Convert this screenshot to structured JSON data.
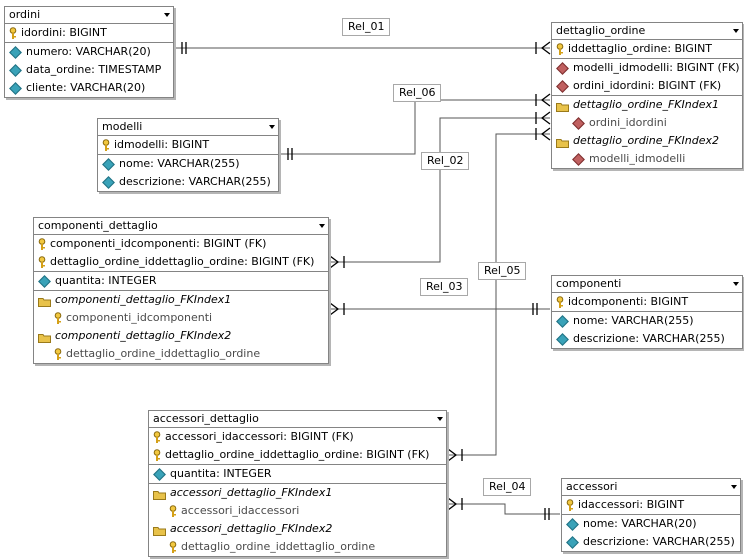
{
  "entities": {
    "ordini": {
      "title": "ordini",
      "columns": [
        "idordini: BIGINT",
        "numero: VARCHAR(20)",
        "data_ordine: TIMESTAMP",
        "cliente: VARCHAR(20)"
      ]
    },
    "dettaglio_ordine": {
      "title": "dettaglio_ordine",
      "columns": [
        "iddettaglio_ordine: BIGINT",
        "modelli_idmodelli: BIGINT (FK)",
        "ordini_idordini: BIGINT (FK)"
      ],
      "indexes": [
        {
          "name": "dettaglio_ordine_FKIndex1",
          "field": "ordini_idordini"
        },
        {
          "name": "dettaglio_ordine_FKIndex2",
          "field": "modelli_idmodelli"
        }
      ]
    },
    "modelli": {
      "title": "modelli",
      "columns": [
        "idmodelli: BIGINT",
        "nome: VARCHAR(255)",
        "descrizione: VARCHAR(255)"
      ]
    },
    "componenti_dettaglio": {
      "title": "componenti_dettaglio",
      "columns": [
        "componenti_idcomponenti: BIGINT (FK)",
        "dettaglio_ordine_iddettaglio_ordine: BIGINT (FK)",
        "quantita: INTEGER"
      ],
      "indexes": [
        {
          "name": "componenti_dettaglio_FKIndex1",
          "field": "componenti_idcomponenti"
        },
        {
          "name": "componenti_dettaglio_FKIndex2",
          "field": "dettaglio_ordine_iddettaglio_ordine"
        }
      ]
    },
    "componenti": {
      "title": "componenti",
      "columns": [
        "idcomponenti: BIGINT",
        "nome: VARCHAR(255)",
        "descrizione: VARCHAR(255)"
      ]
    },
    "accessori_dettaglio": {
      "title": "accessori_dettaglio",
      "columns": [
        "accessori_idaccessori: BIGINT (FK)",
        "dettaglio_ordine_iddettaglio_ordine: BIGINT (FK)",
        "quantita: INTEGER"
      ],
      "indexes": [
        {
          "name": "accessori_dettaglio_FKIndex1",
          "field": "accessori_idaccessori"
        },
        {
          "name": "accessori_dettaglio_FKIndex2",
          "field": "dettaglio_ordine_iddettaglio_ordine"
        }
      ]
    },
    "accessori": {
      "title": "accessori",
      "columns": [
        "idaccessori: BIGINT",
        "nome: VARCHAR(20)",
        "descrizione: VARCHAR(255)"
      ]
    }
  },
  "relations": [
    "Rel_01",
    "Rel_02",
    "Rel_03",
    "Rel_04",
    "Rel_05",
    "Rel_06"
  ],
  "icons": {
    "primary_key": "key-icon",
    "foreign_key": "key-icon",
    "attribute": "diamond-icon",
    "index": "folder-icon",
    "index_field": "red-diamond-icon"
  },
  "colors": {
    "border": "#848484",
    "line": "#555555",
    "key": "#d4a017",
    "attribute": "#39a2b8",
    "index_folder": "#e8c24a"
  }
}
